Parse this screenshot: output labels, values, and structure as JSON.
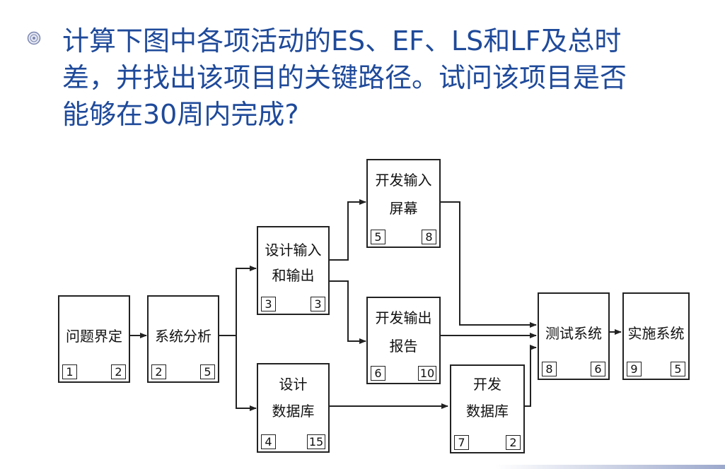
{
  "question": {
    "line1": "计算下图中各项活动的ES、EF、LS和LF及总时",
    "line2": "差，并找出该项目的关键路径。试问该项目是否",
    "line3": "能够在30周内完成?"
  },
  "bullet": {
    "icon": "seal-bullet-icon",
    "color": "#7b86b0"
  },
  "colors": {
    "question_text": "#1f4a9a",
    "stroke": "#222222"
  },
  "activities": [
    {
      "id": "problem-definition",
      "label_lines": [
        "问题界定"
      ],
      "left": "1",
      "right": "2"
    },
    {
      "id": "system-analysis",
      "label_lines": [
        "系统分析"
      ],
      "left": "2",
      "right": "5"
    },
    {
      "id": "design-io",
      "label_lines": [
        "设计输入",
        "和输出"
      ],
      "left": "3",
      "right": "3"
    },
    {
      "id": "design-database",
      "label_lines": [
        "设计",
        "数据库"
      ],
      "left": "4",
      "right": "15"
    },
    {
      "id": "dev-input-screen",
      "label_lines": [
        "开发输入",
        "屏幕"
      ],
      "left": "5",
      "right": "8"
    },
    {
      "id": "dev-output-report",
      "label_lines": [
        "开发输出",
        "报告"
      ],
      "left": "6",
      "right": "10"
    },
    {
      "id": "dev-database",
      "label_lines": [
        "开发",
        "数据库"
      ],
      "left": "7",
      "right": "2"
    },
    {
      "id": "test-system",
      "label_lines": [
        "测试系统"
      ],
      "left": "8",
      "right": "6"
    },
    {
      "id": "implement-system",
      "label_lines": [
        "实施系统"
      ],
      "left": "9",
      "right": "5"
    }
  ]
}
